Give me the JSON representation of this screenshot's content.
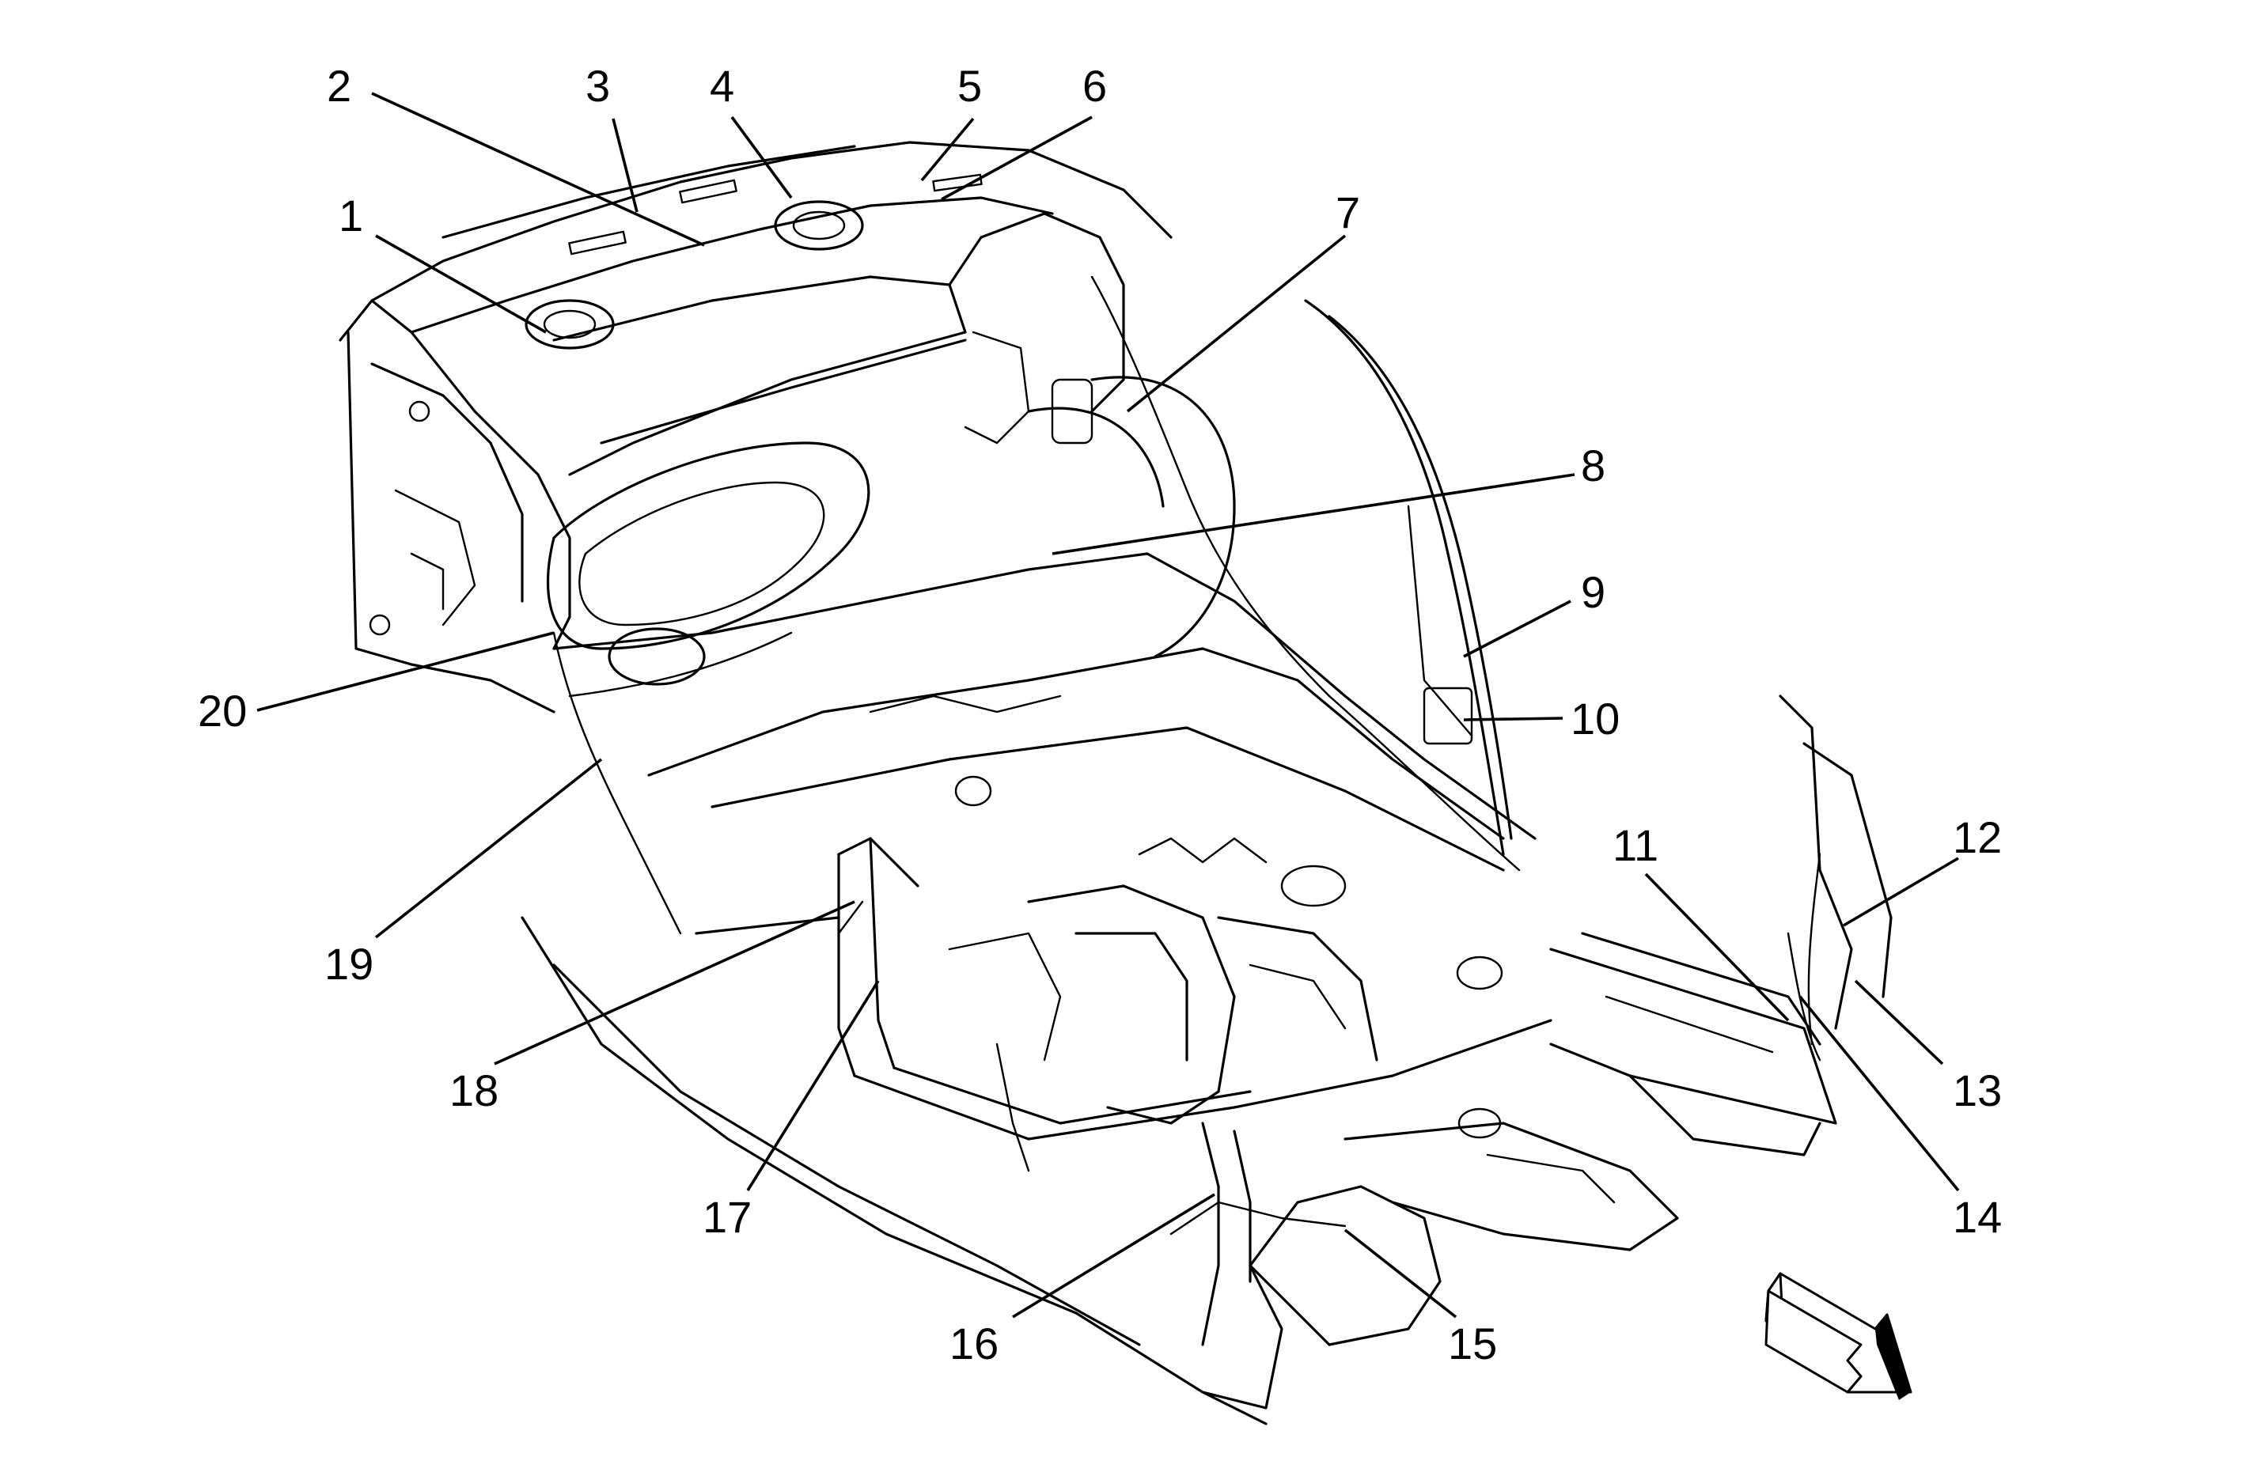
{
  "callouts": [
    "1",
    "2",
    "3",
    "4",
    "5",
    "6",
    "7",
    "8",
    "9",
    "10",
    "11",
    "12",
    "13",
    "14",
    "15",
    "16",
    "17",
    "18",
    "19",
    "20"
  ],
  "view_arrow": {
    "icon": "view-direction-arrow-icon"
  }
}
